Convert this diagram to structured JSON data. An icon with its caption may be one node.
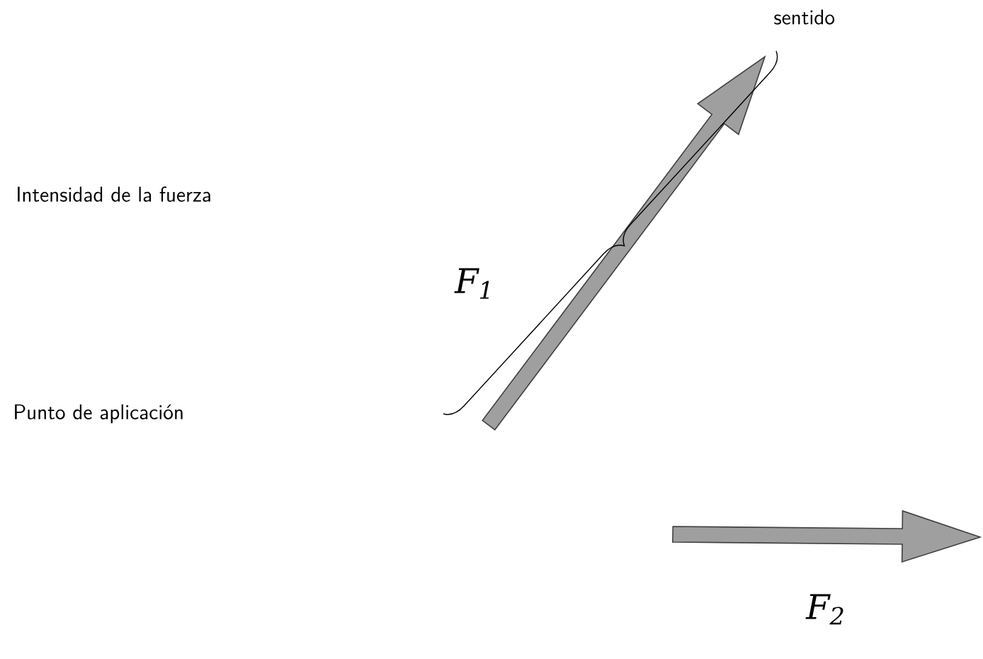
{
  "diagram": {
    "labels": [
      "sentido",
      "Intensidad de la fuerza",
      "F$_{1}$",
      "Punto de aplicación",
      "F$_{2}$"
    ]
  }
}
